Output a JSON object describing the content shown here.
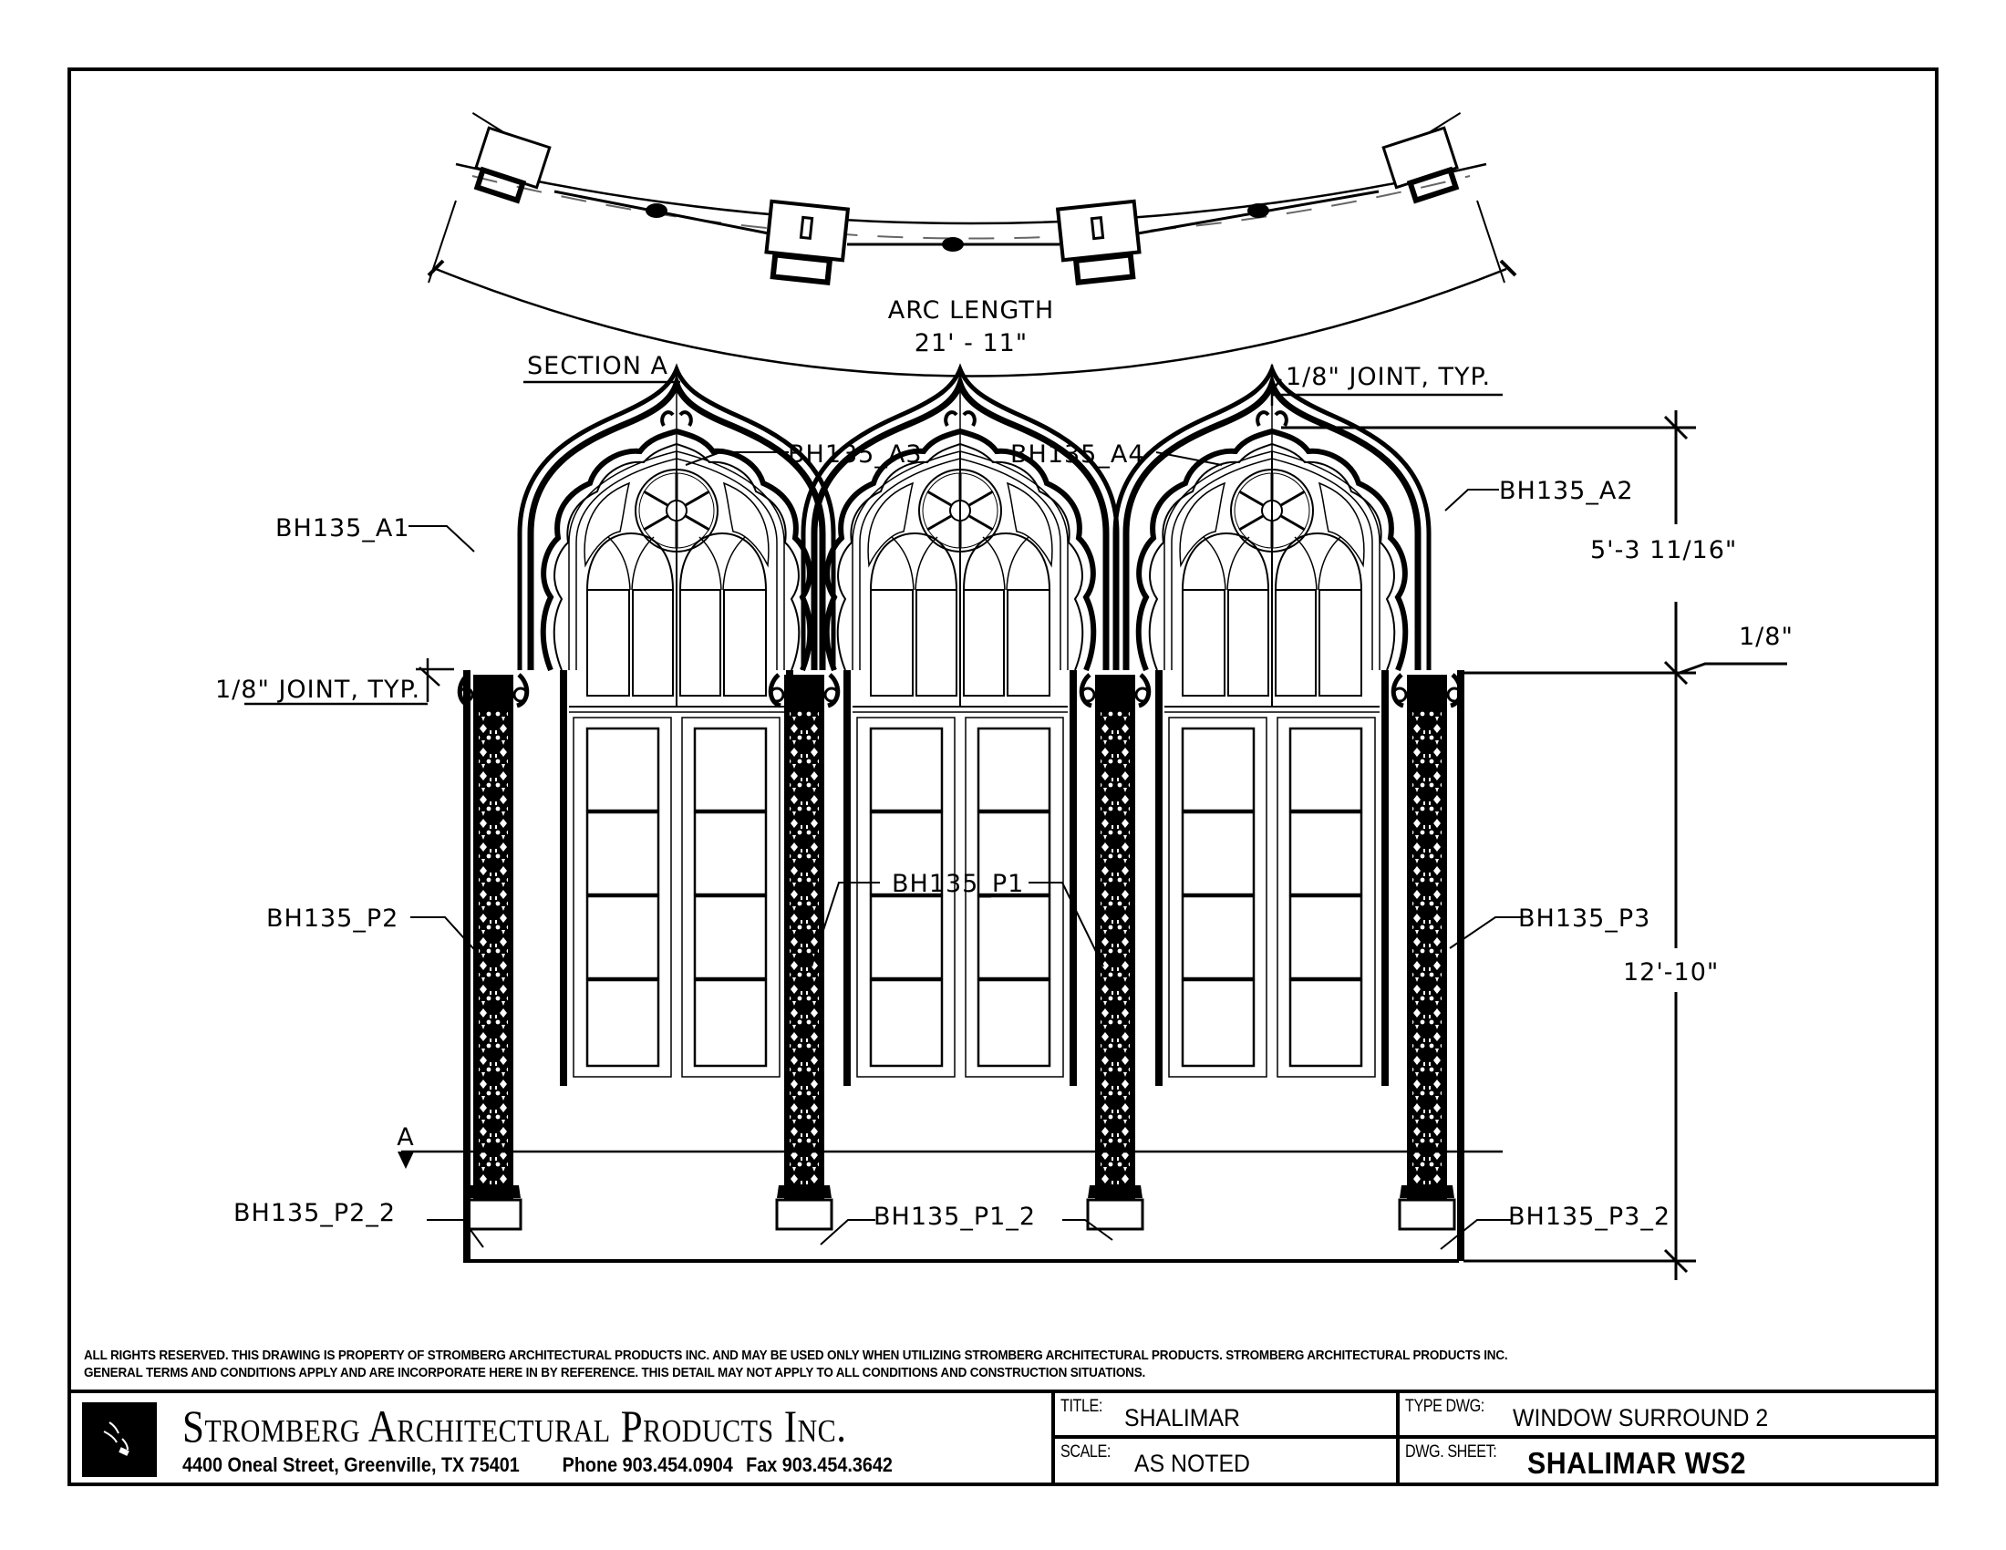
{
  "section_view": {
    "title": "SECTION A",
    "arc_label": "ARC LENGTH",
    "arc_value": "21' - 11\""
  },
  "callouts": {
    "joint_top": "1/8\" JOINT, TYP.",
    "joint_left": "1/8\" JOINT, TYP.",
    "joint_right": "1/8\"",
    "arch_a1": "BH135_A1",
    "arch_a2": "BH135_A2",
    "arch_a3": "BH135_A3",
    "arch_a4": "BH135_A4",
    "pilaster_p1": "BH135_P1",
    "pilaster_p2": "BH135_P2",
    "pilaster_p3": "BH135_P3",
    "base_p1_2": "BH135_P1_2",
    "base_p2_2": "BH135_P2_2",
    "base_p3_2": "BH135_P3_2",
    "section_marker": "A"
  },
  "dimensions": {
    "arch_height": "5'-3 11/16\"",
    "pilaster_height": "12'-10\""
  },
  "legal": {
    "line1": "ALL RIGHTS RESERVED. THIS DRAWING IS PROPERTY OF STROMBERG ARCHITECTURAL PRODUCTS INC. AND MAY BE USED ONLY WHEN UTILIZING STROMBERG ARCHITECTURAL PRODUCTS.  STROMBERG ARCHITECTURAL PRODUCTS INC.",
    "line2": "GENERAL TERMS AND CONDITIONS APPLY AND ARE INCORPORATE HERE IN BY REFERENCE.  THIS DETAIL MAY NOT APPLY TO ALL CONDITIONS AND CONSTRUCTION SITUATIONS."
  },
  "title_block": {
    "company_name": "Stromberg Architectural Products Inc.",
    "address": "4400 Oneal Street, Greenville, TX  75401",
    "phone": "Phone 903.454.0904",
    "fax": "Fax 903.454.3642",
    "title_label": "TITLE:",
    "title_value": "SHALIMAR",
    "type_label": "TYPE DWG:",
    "type_value": "WINDOW SURROUND 2",
    "scale_label": "SCALE:",
    "scale_value": "AS NOTED",
    "sheet_label": "DWG. SHEET:",
    "sheet_value": "SHALIMAR WS2"
  }
}
